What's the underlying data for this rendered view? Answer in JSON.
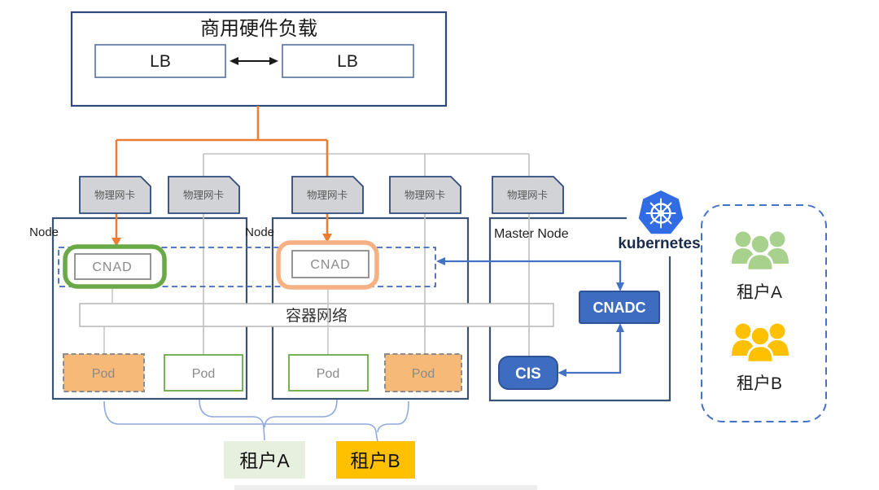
{
  "diagram": {
    "hardware_box": {
      "title": "商用硬件负载",
      "lb_left": "LB",
      "lb_right": "LB"
    },
    "nic_tags": [
      "物理网卡",
      "物理网卡",
      "物理网卡",
      "物理网卡",
      "物理网卡"
    ],
    "node1_label": "Node",
    "node2_label": "Node",
    "master_label": "Master Node",
    "cnad1": "CNAD",
    "cnad2": "CNAD",
    "container_network": "容器网络",
    "pods": [
      "Pod",
      "Pod",
      "Pod",
      "Pod"
    ],
    "cnadc": "CNADC",
    "cis": "CIS",
    "kubernetes": "kubernetes",
    "tenant_panel": {
      "tenant_a": "租户A",
      "tenant_b": "租户B"
    },
    "bottom_tags": {
      "tenant_a": "租户A",
      "tenant_b": "租户B"
    }
  },
  "colors": {
    "traffic_orange": "#ED7D31",
    "cnad_orange_ring": "#F5B183",
    "pod_orange_fill": "#F7B978",
    "green": "#6AAA46",
    "light_green_bg": "#E7F0DF",
    "amber": "#FFC000",
    "arrow_blue": "#4472C4",
    "box_blue_fill": "#3E6CC0",
    "box_blue_border": "#2F5496",
    "node_border": "#3A5375",
    "outer_box_border": "#2E4A7D",
    "kubernetes_blue": "#326CE5",
    "standby_gray": "#C0C0C0",
    "people_green": "#A9D18E",
    "people_yellow": "#FFC000"
  }
}
